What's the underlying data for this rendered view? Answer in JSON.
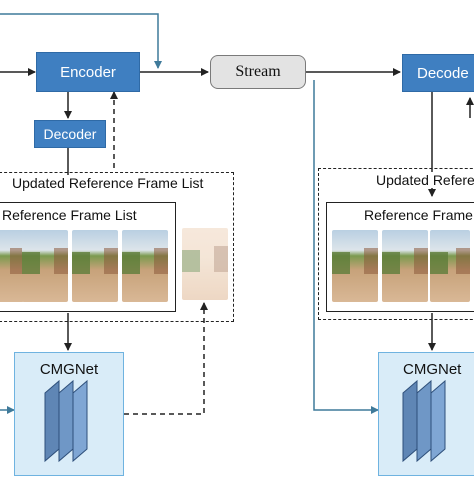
{
  "left": {
    "encoder_label": "Encoder",
    "decoder_label": "Decoder",
    "updated_list_label": "Updated Reference Frame List",
    "ref_list_label": "Reference Frame List",
    "cmgnet_label": "CMGNet"
  },
  "stream_label": "Stream",
  "right": {
    "decoder_label": "Decode",
    "updated_list_label": "Updated Refere",
    "ref_list_label": "Reference Frame",
    "cmgnet_label": "CMGNet"
  },
  "colors": {
    "module_blue": "#3f7fc1",
    "cmgnet_fill": "#d9ecf8",
    "arrow_teal": "#3f7a9a"
  }
}
